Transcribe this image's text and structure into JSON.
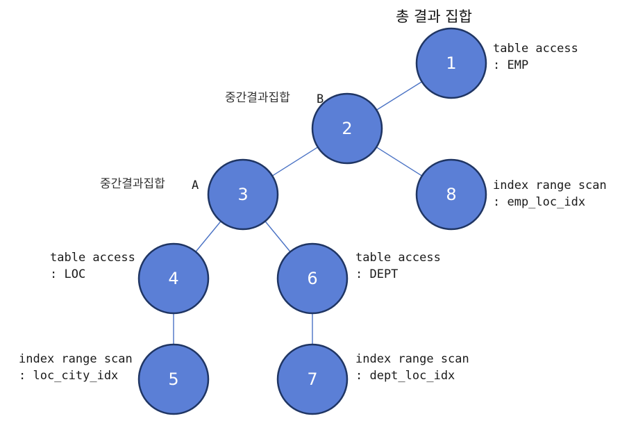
{
  "title": "총 결과 집합",
  "colors": {
    "node_fill": "#5b7fd6",
    "node_stroke": "#1f3563",
    "edge": "#4a72c4"
  },
  "nodes": [
    {
      "id": "1",
      "label": "1"
    },
    {
      "id": "2",
      "label": "2"
    },
    {
      "id": "3",
      "label": "3"
    },
    {
      "id": "4",
      "label": "4"
    },
    {
      "id": "5",
      "label": "5"
    },
    {
      "id": "6",
      "label": "6"
    },
    {
      "id": "7",
      "label": "7"
    },
    {
      "id": "8",
      "label": "8"
    }
  ],
  "edges": [
    {
      "from": "1",
      "to": "2"
    },
    {
      "from": "2",
      "to": "3"
    },
    {
      "from": "2",
      "to": "8"
    },
    {
      "from": "3",
      "to": "4"
    },
    {
      "from": "3",
      "to": "6"
    },
    {
      "from": "4",
      "to": "5"
    },
    {
      "from": "6",
      "to": "7"
    }
  ],
  "annotations": {
    "n1": {
      "line1": "table access",
      "line2": ": EMP"
    },
    "n8": {
      "line1": "index range scan",
      "line2": ": emp_loc_idx"
    },
    "n4": {
      "line1": "table access",
      "line2": ": LOC"
    },
    "n6": {
      "line1": "table access",
      "line2": ": DEPT"
    },
    "n5": {
      "line1": "index range scan",
      "line2": ": loc_city_idx"
    },
    "n7": {
      "line1": "index range scan",
      "line2": ": dept_loc_idx"
    },
    "intermediate_b": {
      "text": "중간결과집합",
      "suffix": "B"
    },
    "intermediate_a": {
      "text": "중간결과집합",
      "suffix": "A"
    }
  }
}
